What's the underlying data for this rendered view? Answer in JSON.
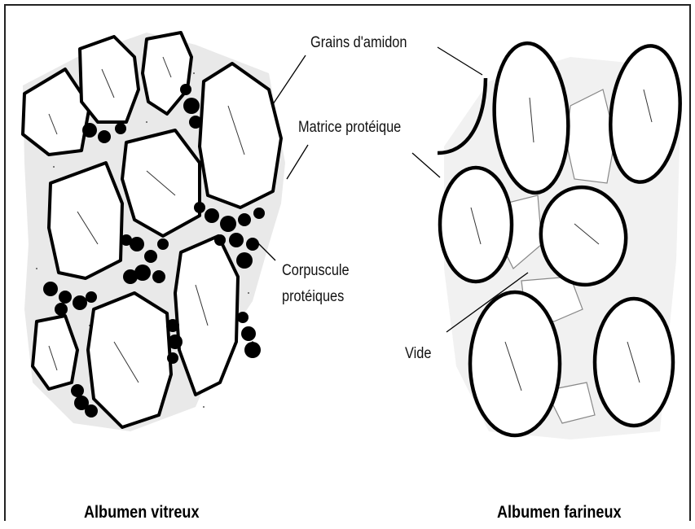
{
  "labels": {
    "grains": "Grains d'amidon",
    "matrice": "Matrice protéique",
    "corpuscule_line1": "Corpuscule",
    "corpuscule_line2": "protéiques",
    "vide": "Vide"
  },
  "captions": {
    "left": "Albumen vitreux",
    "right": "Albumen farineux"
  },
  "colors": {
    "ink": "#000000",
    "background": "#ffffff"
  }
}
